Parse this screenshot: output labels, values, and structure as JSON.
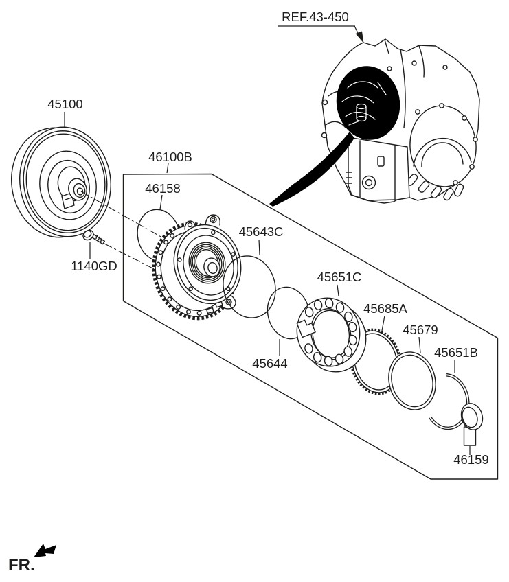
{
  "page": {
    "background": "#ffffff",
    "line_color": "#1d1d1b",
    "highlight_color": "#000000"
  },
  "reference_link": {
    "label": "REF.43-450"
  },
  "orientation_marker": {
    "label": "FR."
  },
  "assembly_box": {
    "label": "46100B"
  },
  "parts": {
    "torque_converter": "45100",
    "bolt": "1140GD",
    "o_ring_converter": "46158",
    "o_ring_pump": "45643C",
    "seal_ring": "45644",
    "clutch_retainer": "45651C",
    "spring_retainer": "45685A",
    "ring": "45679",
    "snap_ring": "45651B",
    "oil_seal": "46159"
  }
}
